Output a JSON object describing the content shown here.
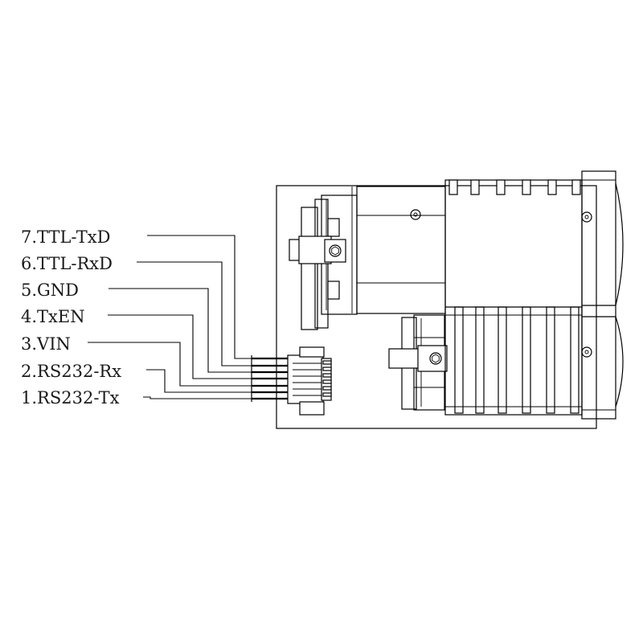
{
  "pins": [
    {
      "number": "7",
      "label": "7.TTL-TxD"
    },
    {
      "number": "6",
      "label": "6.TTL-RxD"
    },
    {
      "number": "5",
      "label": "5.GND"
    },
    {
      "number": "4",
      "label": "4.TxEN"
    },
    {
      "number": "3",
      "label": "3.VIN"
    },
    {
      "number": "2",
      "label": "2.RS232-Rx"
    },
    {
      "number": "1",
      "label": "1.RS232-Tx"
    }
  ],
  "colors": {
    "line": "#000000",
    "background": "#ffffff"
  }
}
